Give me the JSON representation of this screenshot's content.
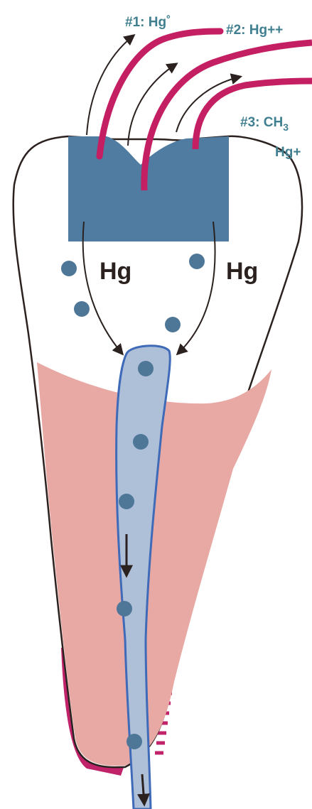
{
  "colors": {
    "label_blue": "#3f7f8f",
    "vapor_magenta": "#c31f62",
    "filling_blue": "#4f7ca0",
    "pulp_blue": "#aebfd8",
    "pulp_outline": "#3e6ab8",
    "particle_blue": "#4e7697",
    "root_pink": "#e8a9a5",
    "gum_magenta": "#c0236a",
    "outline": "#2b2220"
  },
  "labels": {
    "release1": "#1: Hg˚",
    "release2": "#2: Hg++",
    "release3_line1": "#3: CH",
    "release3_sub": "3",
    "release3_line2": "Hg+",
    "hg_left": "Hg",
    "hg_right": "Hg"
  },
  "icons": [
    "vapor-arrow-icon",
    "flow-arrow-icon",
    "mercury-particle-icon"
  ]
}
